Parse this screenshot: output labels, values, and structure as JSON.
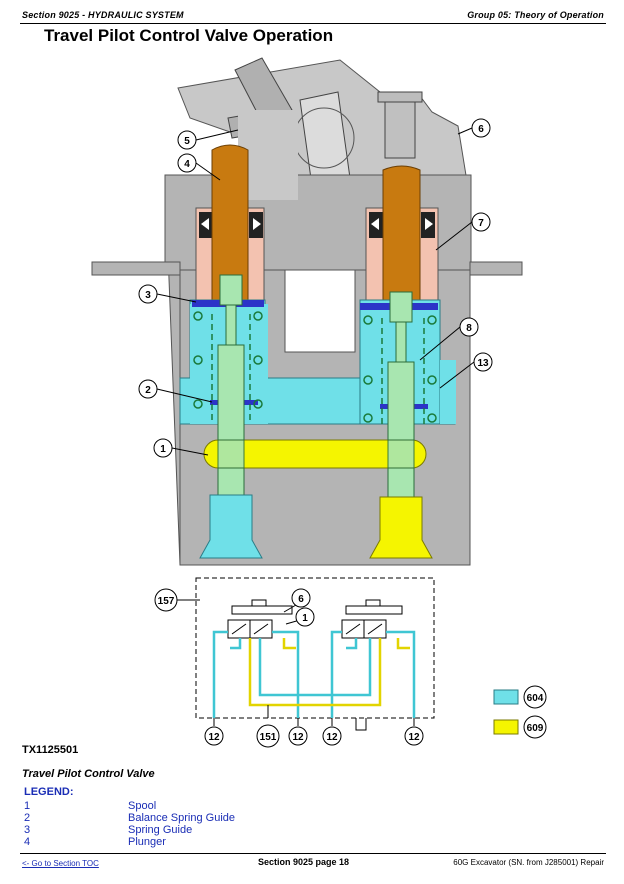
{
  "header": {
    "section": "Section 9025 - HYDRAULIC SYSTEM",
    "group": "Group 05: Theory of Operation"
  },
  "title": "Travel Pilot Control Valve Operation",
  "figure": {
    "callouts": [
      "1",
      "2",
      "3",
      "4",
      "5",
      "6",
      "7",
      "8",
      "13"
    ],
    "schematic_callouts": [
      "157",
      "6",
      "1",
      "12",
      "151",
      "12",
      "12",
      "12"
    ],
    "color_key": [
      {
        "code": "604",
        "color": "#6fe0e8"
      },
      {
        "code": "609",
        "color": "#f5f500"
      }
    ],
    "id": "TX1125501"
  },
  "caption": "Travel Pilot Control Valve",
  "legend": {
    "heading": "LEGEND:",
    "items": [
      {
        "num": "1",
        "label": "Spool"
      },
      {
        "num": "2",
        "label": "Balance Spring Guide"
      },
      {
        "num": "3",
        "label": "Spring Guide"
      },
      {
        "num": "4",
        "label": "Plunger"
      }
    ]
  },
  "footer": {
    "toc_link": "<- Go to Section TOC",
    "page": "Section 9025 page 18",
    "model": "60G Excavator (SN. from J285001) Repair"
  }
}
